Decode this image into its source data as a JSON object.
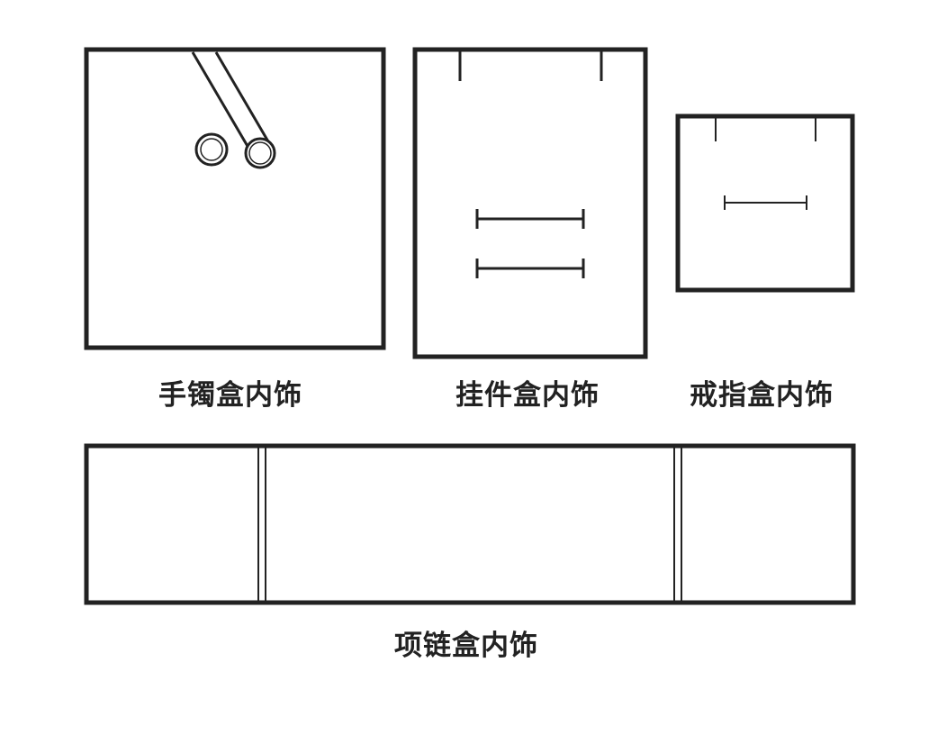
{
  "colors": {
    "stroke": "#222222",
    "background": "#ffffff"
  },
  "labels": {
    "bracelet_box": "手镯盒内饰",
    "pendant_box": "挂件盒内饰",
    "ring_box": "戒指盒内饰",
    "necklace_box": "项链盒内饰"
  }
}
